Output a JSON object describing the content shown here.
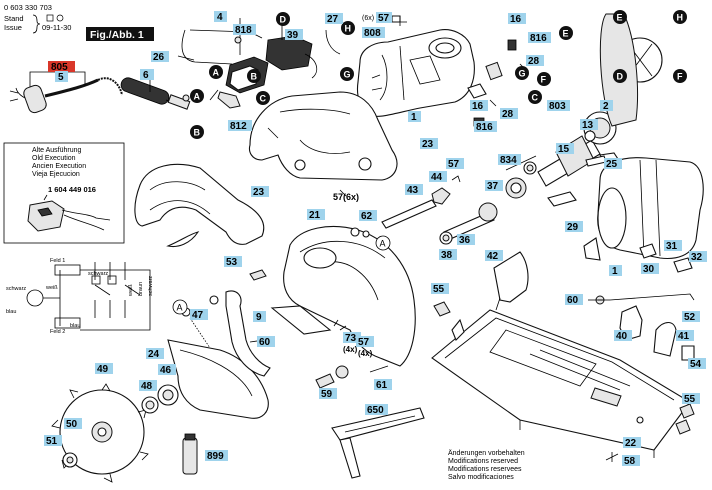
{
  "header": {
    "doc_number": "0 603 330 703",
    "stand_label": "Stand",
    "issue_label": "Issue",
    "date": "09-11-30",
    "fig_label": "Fig./Abb. 1"
  },
  "old_execution": {
    "lines": [
      "Alte Ausführung",
      "Old Execution",
      "Ancien Execution",
      "Vieja Ejecucion"
    ],
    "part_number": "1 604 449 016"
  },
  "wiring": {
    "labels": [
      "Feld 1",
      "Feld 2",
      "schwarz",
      "schwarz",
      "weiß",
      "blau",
      "blau",
      "weiß",
      "braun",
      "schwarz"
    ]
  },
  "footer": {
    "lines": [
      "Änderungen vorbehalten",
      "Modifications reserved",
      "Modifications reservees",
      "Salvo modificaciones"
    ]
  },
  "callout_letters": [
    "A",
    "B",
    "C",
    "D",
    "E",
    "F",
    "G",
    "H"
  ],
  "parts": [
    {
      "n": "805",
      "highlight": "red"
    },
    {
      "n": "5"
    },
    {
      "n": "6"
    },
    {
      "n": "26"
    },
    {
      "n": "4"
    },
    {
      "n": "818"
    },
    {
      "n": "812"
    },
    {
      "n": "39"
    },
    {
      "n": "27"
    },
    {
      "n": "57"
    },
    {
      "n": "808"
    },
    {
      "n": "16"
    },
    {
      "n": "816"
    },
    {
      "n": "28"
    },
    {
      "n": "803"
    },
    {
      "n": "2"
    },
    {
      "n": "13"
    },
    {
      "n": "1"
    },
    {
      "n": "23"
    },
    {
      "n": "15"
    },
    {
      "n": "834"
    },
    {
      "n": "25"
    },
    {
      "n": "37"
    },
    {
      "n": "44"
    },
    {
      "n": "43"
    },
    {
      "n": "62"
    },
    {
      "n": "21"
    },
    {
      "n": "53"
    },
    {
      "n": "36"
    },
    {
      "n": "38"
    },
    {
      "n": "42"
    },
    {
      "n": "29"
    },
    {
      "n": "31"
    },
    {
      "n": "32"
    },
    {
      "n": "30"
    },
    {
      "n": "47"
    },
    {
      "n": "9"
    },
    {
      "n": "60"
    },
    {
      "n": "73"
    },
    {
      "n": "52"
    },
    {
      "n": "41"
    },
    {
      "n": "40"
    },
    {
      "n": "54"
    },
    {
      "n": "24"
    },
    {
      "n": "46"
    },
    {
      "n": "49"
    },
    {
      "n": "48"
    },
    {
      "n": "59"
    },
    {
      "n": "61"
    },
    {
      "n": "50"
    },
    {
      "n": "51"
    },
    {
      "n": "650"
    },
    {
      "n": "899"
    },
    {
      "n": "55"
    },
    {
      "n": "22"
    },
    {
      "n": "58"
    }
  ],
  "annotations": {
    "qty6": "(6x)",
    "qty6b": "57(6x)",
    "qty4a": "(4x)",
    "qty4b": "(4x)"
  }
}
